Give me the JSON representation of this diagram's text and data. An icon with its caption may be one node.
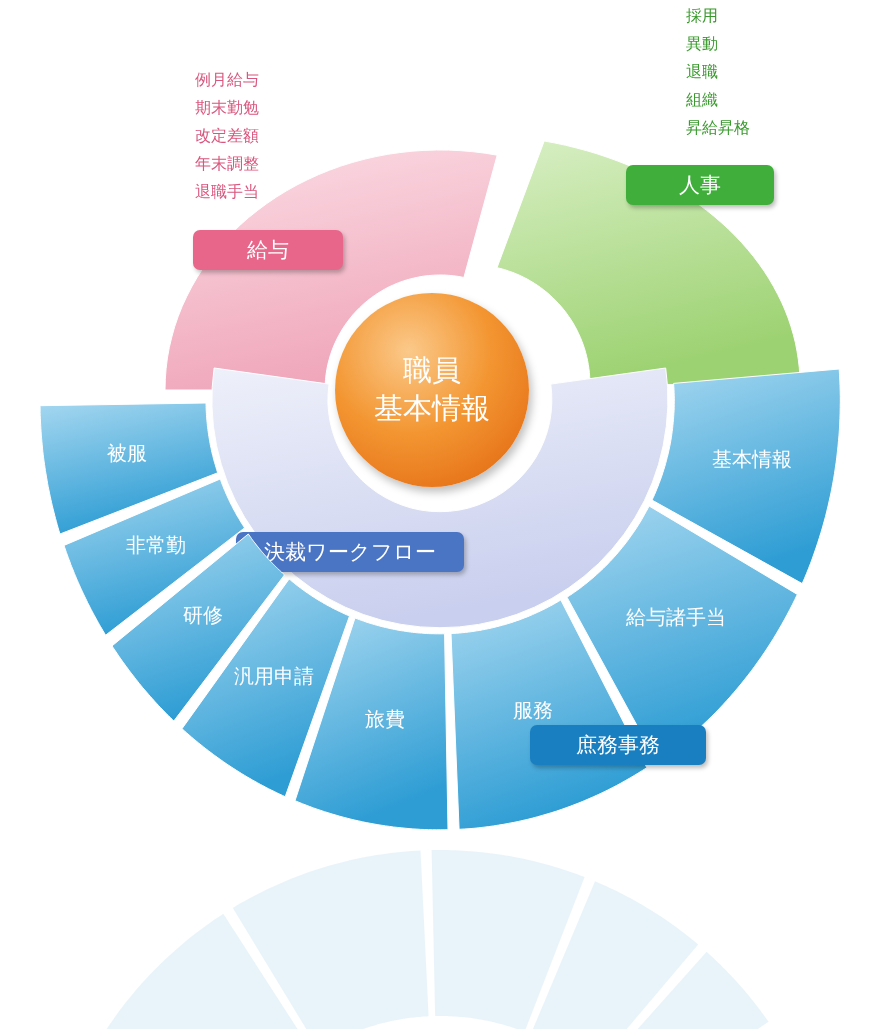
{
  "diagram": {
    "nodes": [
      {
        "text": [
          "給与"
        ],
        "beside": [
          "例月給与",
          "期末勤勉",
          "改定差額",
          "年末調整",
          "退職手当"
        ]
      },
      {
        "text": [
          "人事"
        ],
        "beside": [
          "採用",
          "異動",
          "退職",
          "組織",
          "昇給昇格"
        ]
      },
      {
        "text": [
          "職員",
          "基本情報"
        ]
      },
      {
        "text": [
          "決裁ワークフロー"
        ]
      },
      {
        "text": [
          "基本情報"
        ]
      },
      {
        "text": [
          "給与諸手当"
        ]
      },
      {
        "text": [
          "服務"
        ]
      },
      {
        "text": [
          "旅費"
        ]
      },
      {
        "text": [
          "汎用申請"
        ]
      },
      {
        "text": [
          "研修"
        ]
      },
      {
        "text": [
          "非常勤"
        ]
      },
      {
        "text": [
          "被服"
        ]
      },
      {
        "text": [
          "庶務事務"
        ]
      }
    ]
  }
}
